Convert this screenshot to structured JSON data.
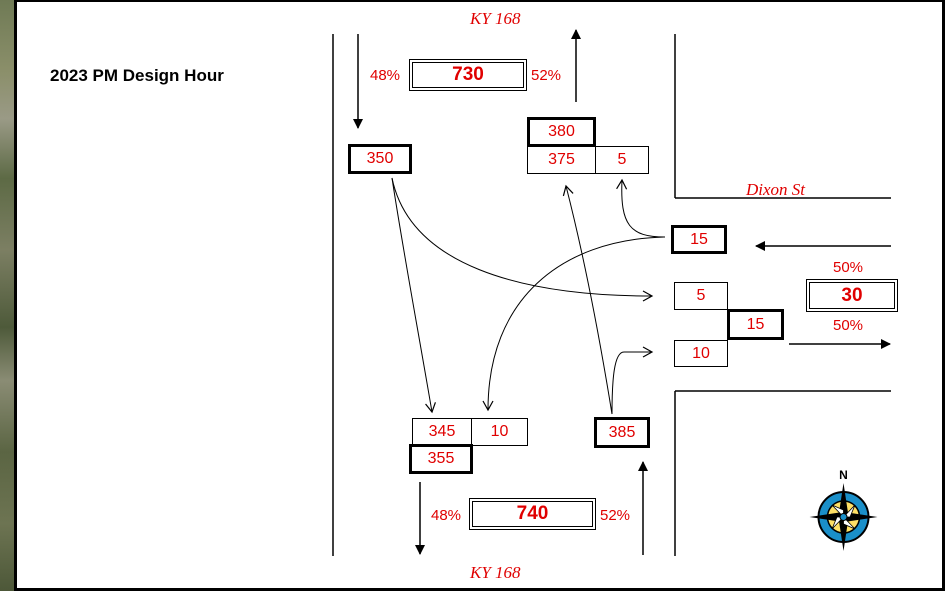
{
  "title": "2023 PM Design Hour",
  "streets": {
    "north": "KY 168",
    "south": "KY 168",
    "east": "Dixon St"
  },
  "north_approach": {
    "total": "730",
    "pct_southbound": "48%",
    "pct_northbound": "52%",
    "southbound_volume": "350",
    "northbound_departure": "380",
    "northbound_through": "375",
    "northbound_right": "5"
  },
  "east_approach": {
    "westbound_volume": "15",
    "total": "30",
    "pct_westbound": "50%",
    "pct_eastbound": "50%",
    "eastbound_departure": "15",
    "from_south_left": "5",
    "from_north_left": "10"
  },
  "south_approach": {
    "total": "740",
    "pct_southbound": "48%",
    "pct_northbound": "52%",
    "southbound_through": "345",
    "southbound_from_east": "10",
    "southbound_departure": "355",
    "northbound_volume": "385"
  },
  "compass": {
    "label": "N",
    "icon": "compass-rose-icon"
  },
  "colors": {
    "volume_text": "#e00000",
    "street_text": "#e00000",
    "lines": "#000000"
  }
}
